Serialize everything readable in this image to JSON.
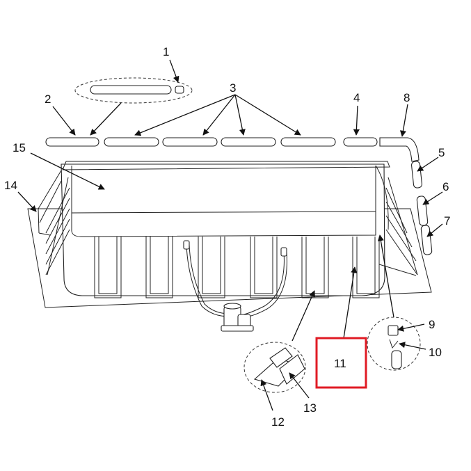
{
  "labels": {
    "l1": "1",
    "l2": "2",
    "l3": "3",
    "l4": "4",
    "l5": "5",
    "l6": "6",
    "l7": "7",
    "l8": "8",
    "l9": "9",
    "l10": "10",
    "l11": "11",
    "l12": "12",
    "l13": "13",
    "l14": "14",
    "l15": "15"
  },
  "highlight_color": "#e01b24",
  "line_color": "#111111"
}
